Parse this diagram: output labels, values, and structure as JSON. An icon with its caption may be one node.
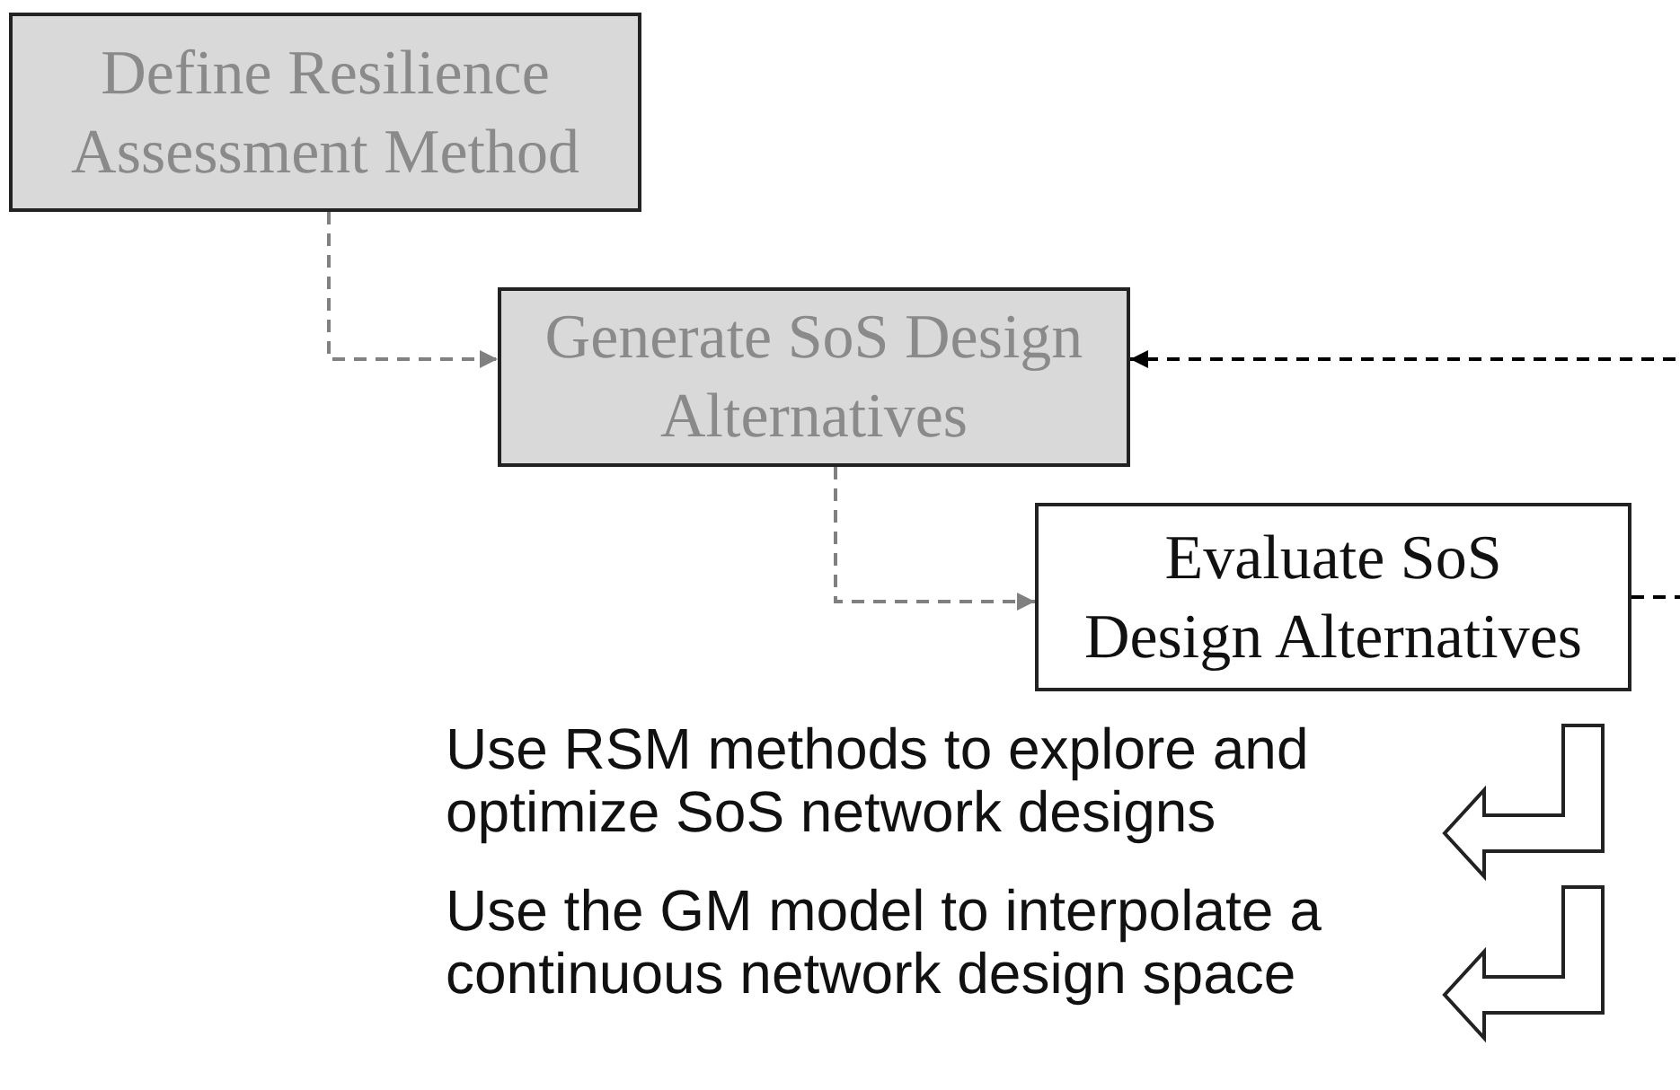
{
  "diagram": {
    "nodes": [
      {
        "text": [
          "Define Resilience Assessment Method"
        ]
      },
      {
        "text": [
          "Generate SoS Design Alternatives"
        ]
      },
      {
        "text": [
          "Evaluate SoS Design Alternatives"
        ]
      },
      {
        "text": [
          "Use RSM methods to explore and optimize SoS network designs"
        ]
      },
      {
        "text": [
          "Use the GM model to interpolate a continuous network design space"
        ]
      }
    ],
    "edges": [
      {
        "from": 0,
        "to": 1,
        "arrow": "to",
        "style": "dashed"
      },
      {
        "from": 1,
        "to": 2,
        "arrow": "to",
        "style": "dashed"
      },
      {
        "from": 2,
        "to": 1,
        "arrow": "to",
        "style": "dashed",
        "color": "#000000"
      }
    ]
  }
}
